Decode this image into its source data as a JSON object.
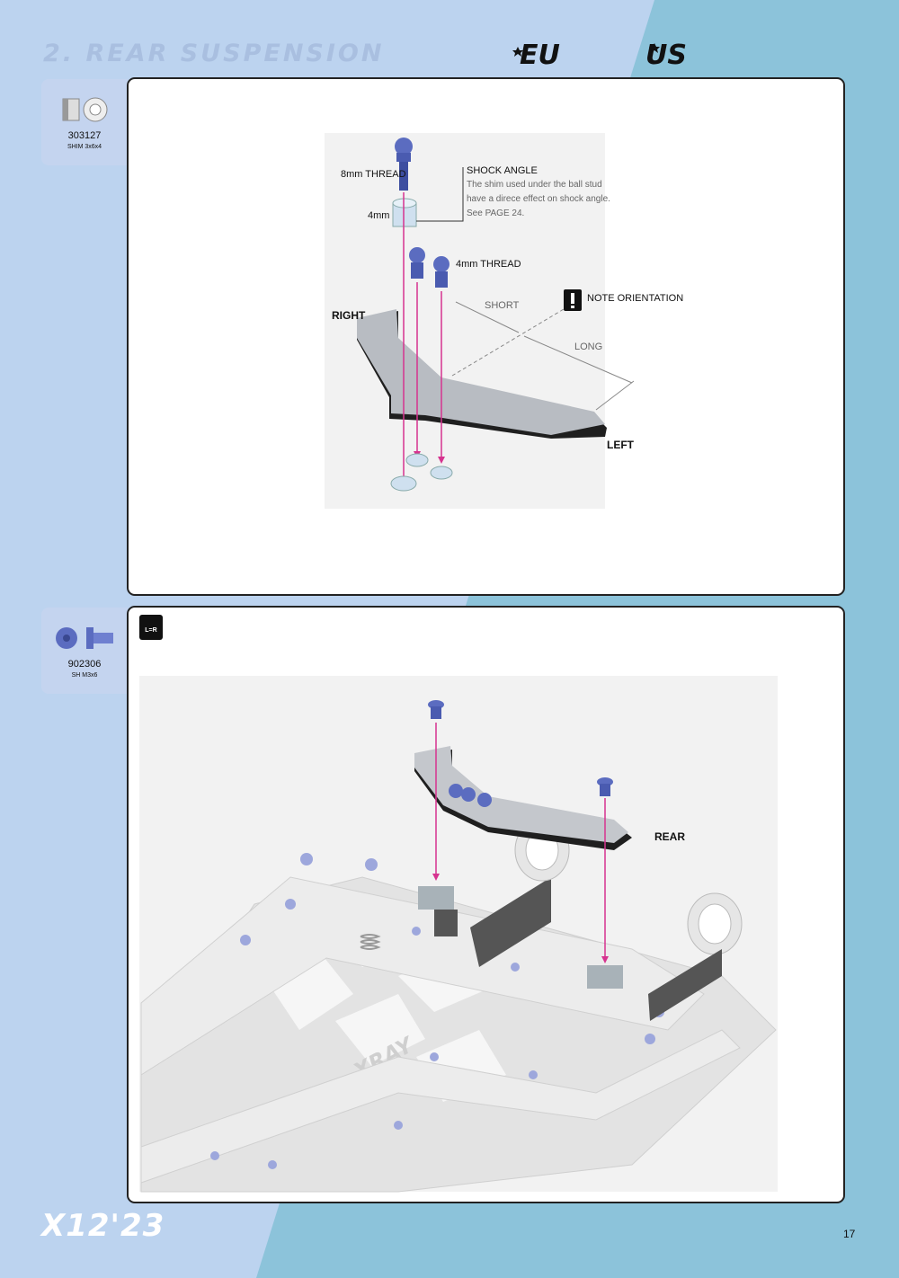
{
  "header": {
    "title": "2. REAR SUSPENSION",
    "logo_eu": "EU",
    "logo_us": "US"
  },
  "step1": {
    "part": {
      "number": "303127",
      "desc": "SHIM 3x6x4"
    },
    "labels": {
      "thread8": "8mm THREAD",
      "shim4": "4mm",
      "thread4": "4mm THREAD",
      "shock_title": "SHOCK ANGLE",
      "shock_line1": "The shim used under the ball stud",
      "shock_line2": "have a direce effect on shock angle.",
      "shock_line3": "See PAGE 24.",
      "short": "SHORT",
      "long": "LONG",
      "note": "NOTE ORIENTATION",
      "right": "RIGHT",
      "left": "LEFT"
    }
  },
  "step2": {
    "part": {
      "number": "902306",
      "desc": "SH M3x6"
    },
    "lr_badge": "L=R",
    "rear_label": "REAR",
    "chassis_brand": "XRAY"
  },
  "footer": {
    "model": "X12'23",
    "page": "17"
  },
  "colors": {
    "accent_magenta": "#d6338f",
    "part_blue": "#5b6cc0",
    "bg_light": "#bcd3ef",
    "bg_teal": "#8cc3da"
  }
}
